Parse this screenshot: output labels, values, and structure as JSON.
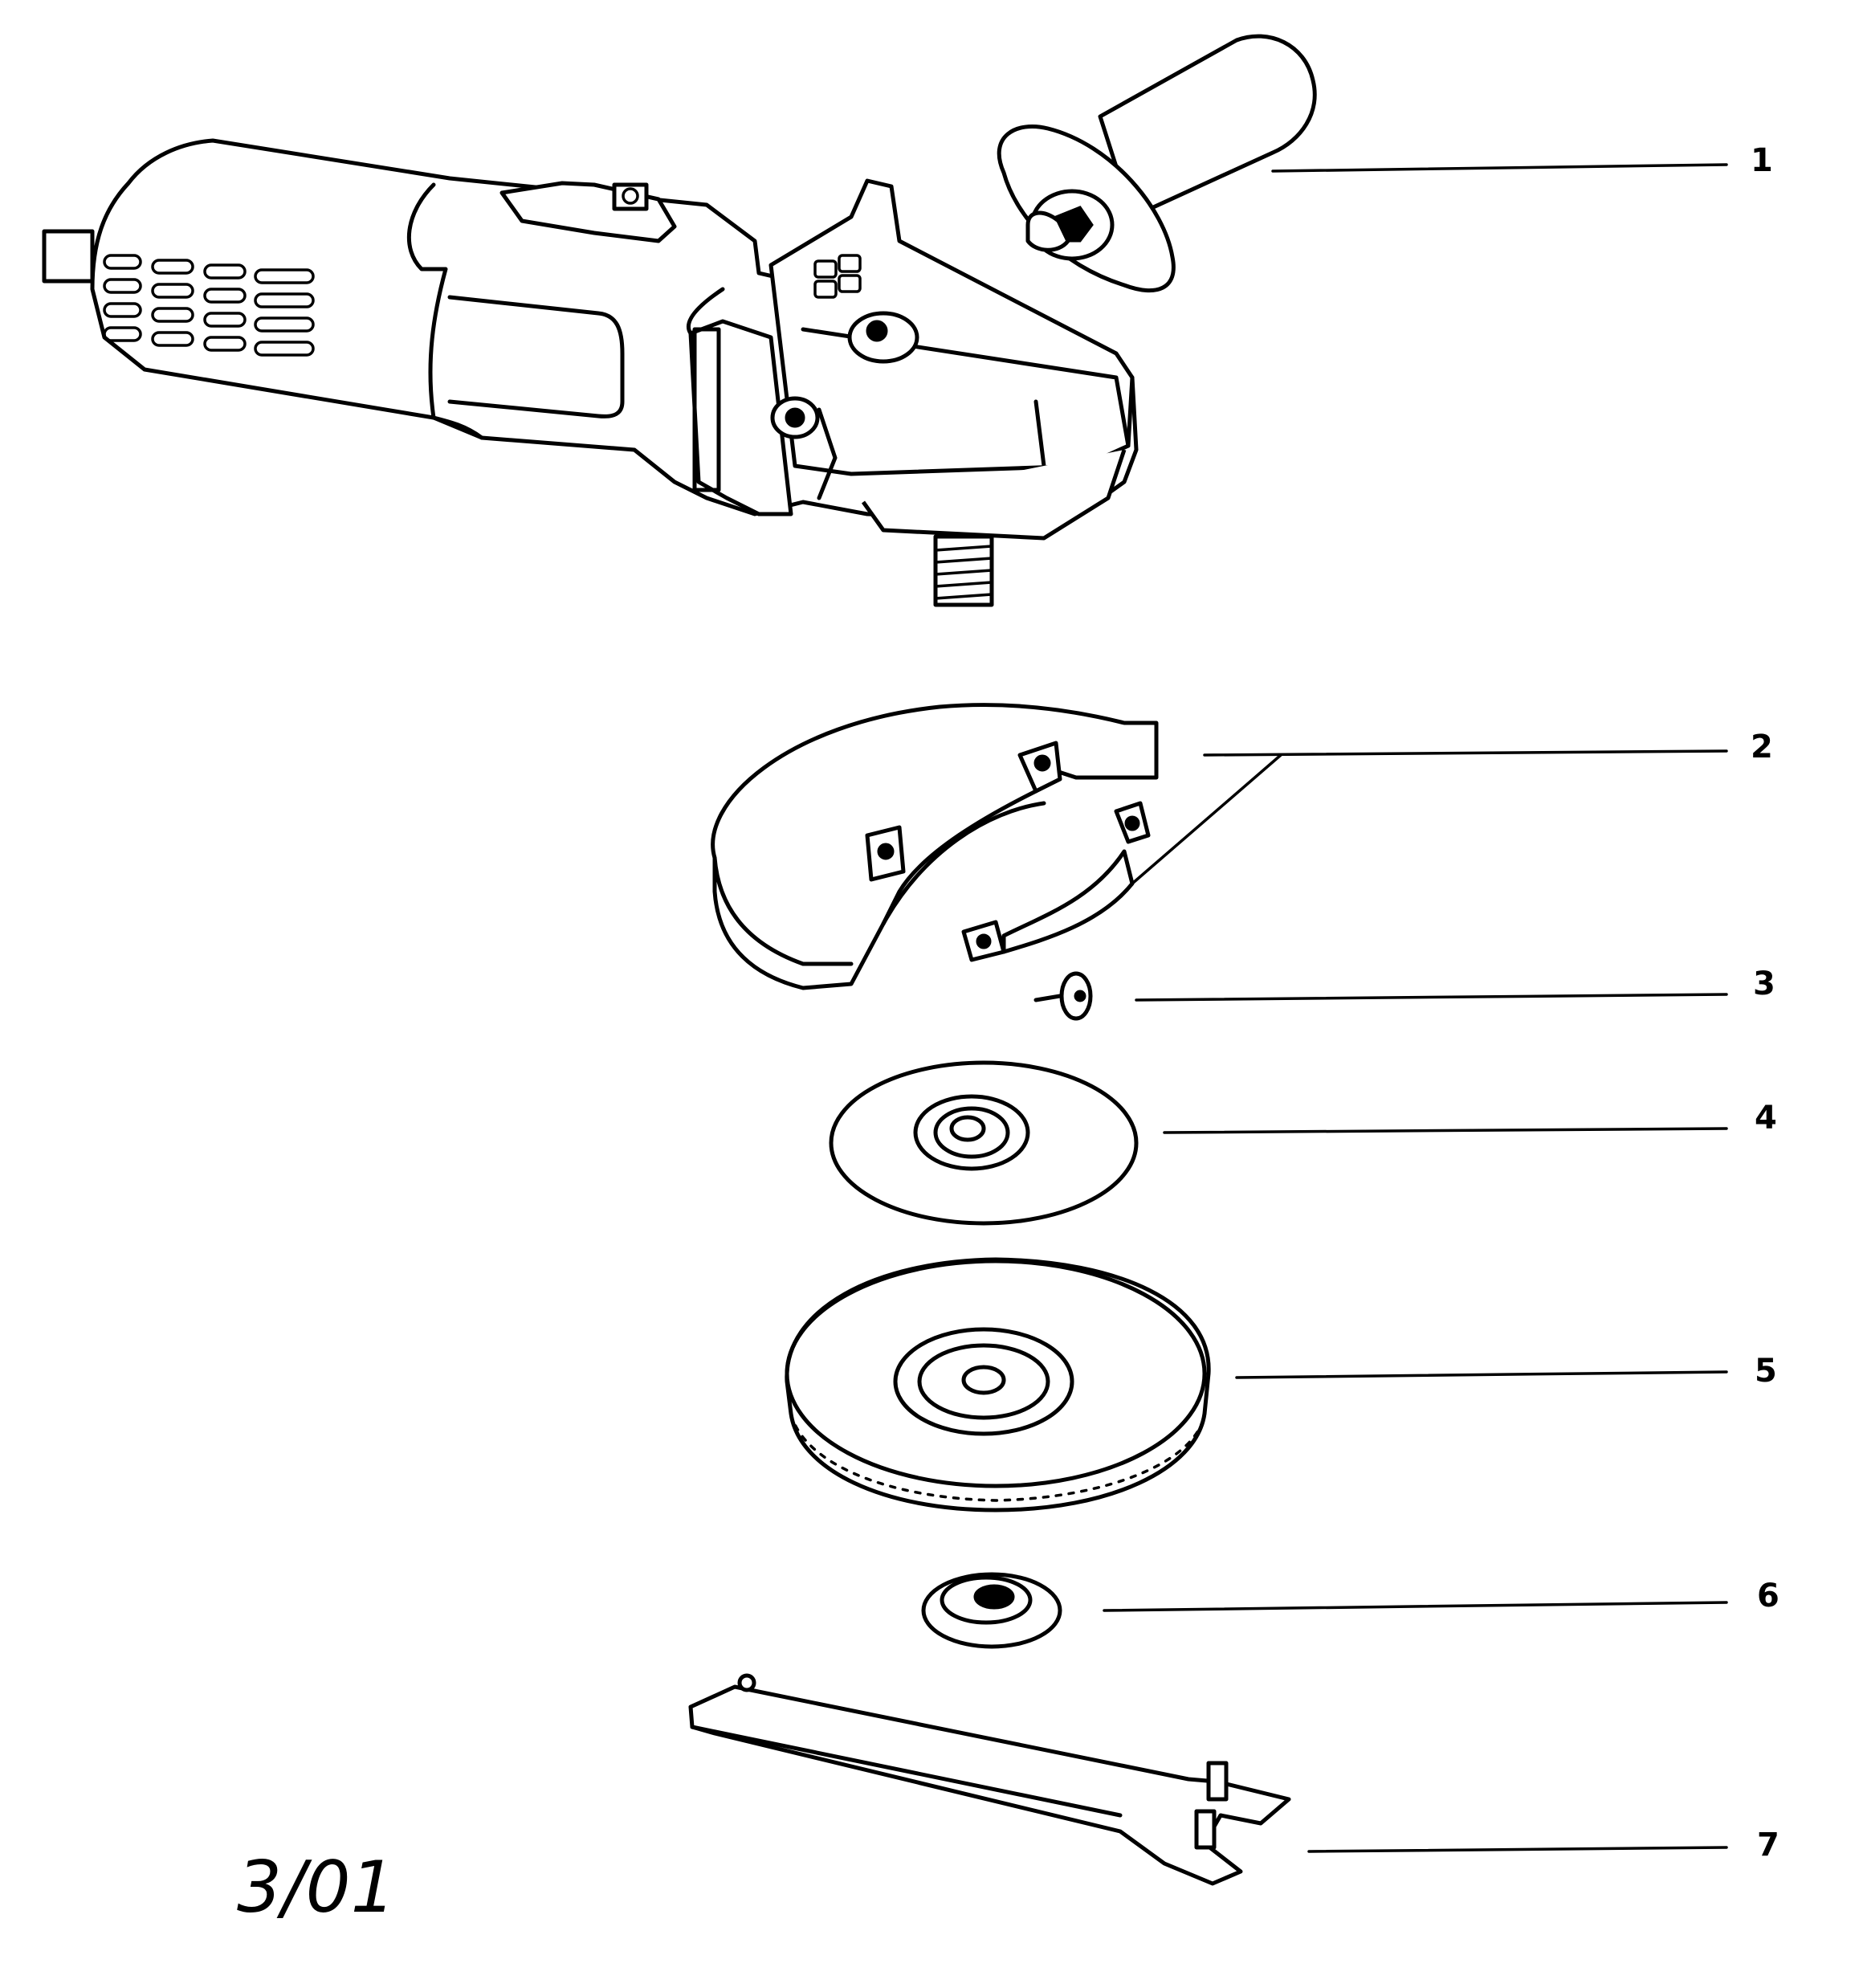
{
  "parts": [
    {
      "number": "1",
      "icon": "side-handle-icon"
    },
    {
      "number": "2",
      "icon": "wheel-guard-icon"
    },
    {
      "number": "3",
      "icon": "screw-icon"
    },
    {
      "number": "4",
      "icon": "inner-flange-icon"
    },
    {
      "number": "5",
      "icon": "grinding-disc-icon"
    },
    {
      "number": "6",
      "icon": "clamping-nut-icon"
    },
    {
      "number": "7",
      "icon": "pin-spanner-icon"
    }
  ],
  "footer": {
    "date_code": "3/01"
  },
  "colors": {
    "ink": "#000000",
    "paper": "#ffffff"
  }
}
